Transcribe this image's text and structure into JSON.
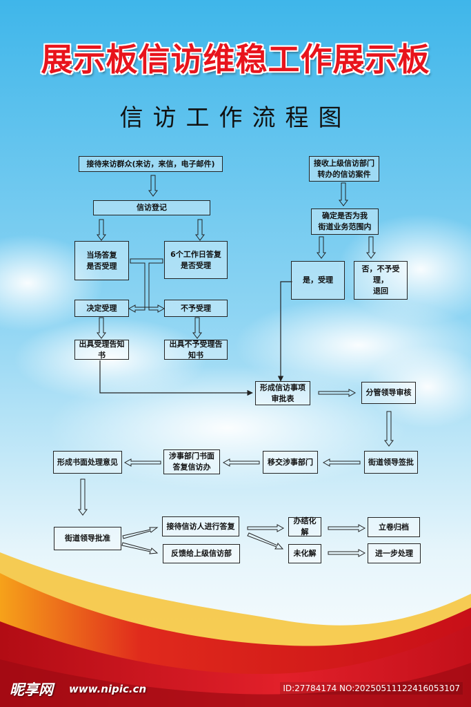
{
  "header": {
    "title": "展示板信访维稳工作展示板",
    "subtitle": "信访工作流程图"
  },
  "nodes": {
    "receive_visitors": "接待来访群众(来访，来信，电子邮件)",
    "register": "信访登记",
    "onsite_reply": "当场答复\n是否受理",
    "six_day_reply": "6个工作日答复\n是否受理",
    "decide_accept": "决定受理",
    "not_accept": "不予受理",
    "issue_accept_notice": "出具受理告知书",
    "issue_reject_notice": "出具不予受理告知书",
    "receive_upper": "接收上级信访部门\n转办的信访案件",
    "confirm_scope": "确定是否为我\n街道业务范围内",
    "yes_accept": "是，受理",
    "no_return": "否，不予受理，\n退回",
    "approval_form": "形成信访事项\n审批表",
    "leader_review": "分管领导审核",
    "street_sign": "街道领导签批",
    "transfer_dept": "移交涉事部门",
    "dept_reply": "涉事部门书面\n答复信访办",
    "written_opinion": "形成书面处理意见",
    "street_approve": "街道领导批准",
    "reply_visitor": "接待信访人进行答复",
    "feedback_upper": "反馈给上级信访部",
    "resolved": "办结化解",
    "unresolved": "未化解",
    "archive": "立卷归档",
    "further": "进一步处理"
  },
  "watermark": {
    "logo": "昵享网",
    "url": "www.nipic.cn",
    "id": "ID:27784174 NO:20250511122416053107"
  },
  "colors": {
    "title_red": "#e8141c",
    "sky_top": "#3fb6ea",
    "sky_bottom": "#e9f6fc",
    "ribbon_red": "#d8141c",
    "ribbon_gold": "#f2b11a"
  }
}
